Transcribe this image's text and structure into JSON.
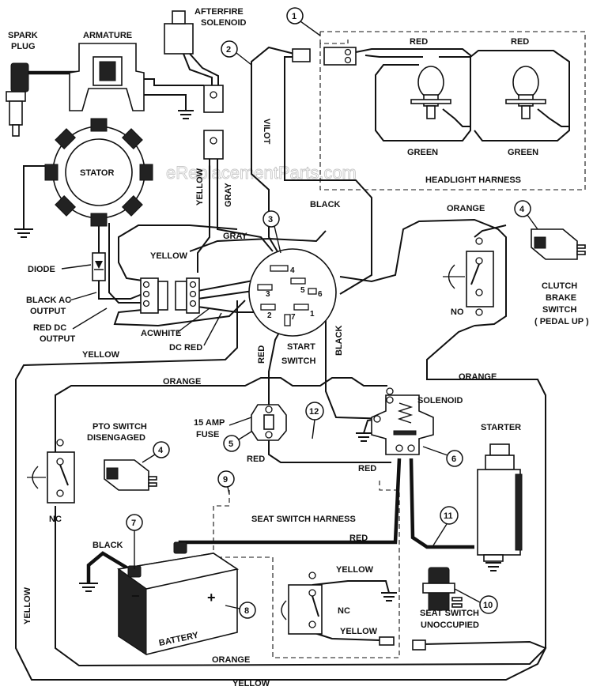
{
  "watermark": "eReplacementParts.com",
  "components": {
    "spark_plug": [
      "SPARK",
      "PLUG"
    ],
    "armature": "ARMATURE",
    "afterfire_solenoid": [
      "AFTERFIRE",
      "SOLENOID"
    ],
    "stator": "STATOR",
    "diode": "DIODE",
    "black_ac_output": [
      "BLACK AC",
      "OUTPUT"
    ],
    "red_dc_output": [
      "RED DC",
      "OUTPUT"
    ],
    "headlight_harness": "HEADLIGHT HARNESS",
    "start_switch": [
      "START",
      "SWITCH"
    ],
    "clutch_brake_switch": [
      "CLUTCH",
      "BRAKE",
      "SWITCH",
      "( PEDAL UP )"
    ],
    "no_label": "NO",
    "nc_label": "NC",
    "solenoid": "SOLENOID",
    "starter": "STARTER",
    "fuse": [
      "15 AMP",
      "FUSE"
    ],
    "pto_switch": [
      "PTO SWITCH",
      "DISENGAGED"
    ],
    "seat_switch_harness": "SEAT SWITCH HARNESS",
    "battery": "BATTERY",
    "seat_switch": [
      "SEAT SWITCH",
      "UNOCCUPIED"
    ],
    "acwhite": "ACWHITE",
    "dc_red": "DC RED"
  },
  "switch_terminals": [
    "4",
    "3",
    "5",
    "6",
    "2",
    "7",
    "1"
  ],
  "callouts": [
    "1",
    "2",
    "3",
    "4",
    "4",
    "5",
    "6",
    "7",
    "8",
    "9",
    "10",
    "11",
    "12"
  ],
  "wire_labels": {
    "red": "RED",
    "green": "GREEN",
    "vilot": "VILOT",
    "yellow": "YELLOW",
    "gray": "GRAY",
    "black": "BLACK",
    "orange": "ORANGE"
  },
  "battery_polarity": [
    "+",
    "−"
  ]
}
